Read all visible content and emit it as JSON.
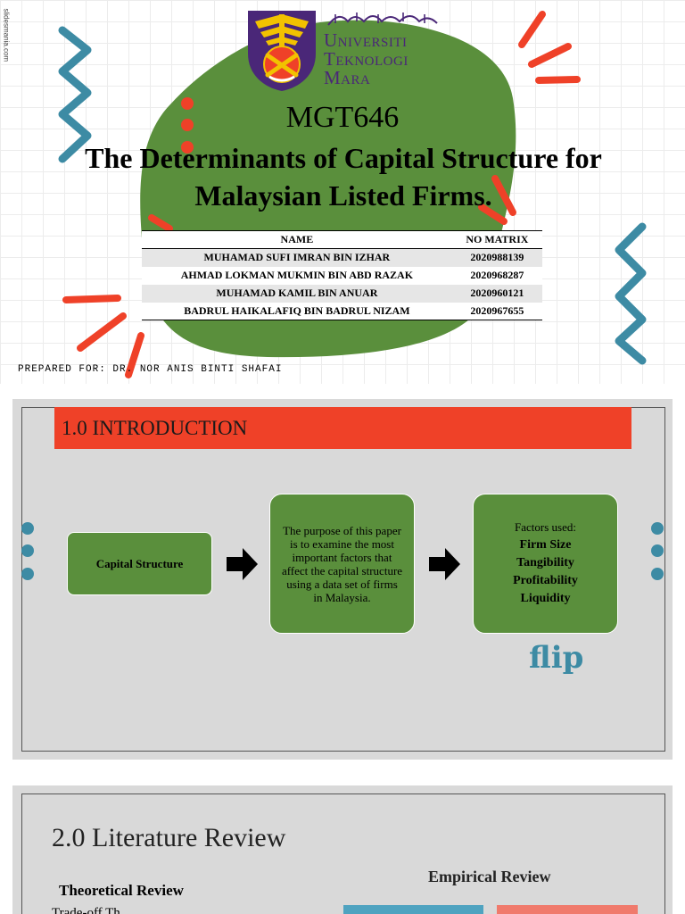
{
  "watermark": "slidesmania.com",
  "university": {
    "arabic_motto": "ﺑﺎﻟﺘﻘﻮﻯ ﻭﺍﻟﻌﻠﻢ",
    "name_lines": [
      "Universiti",
      "Teknologi",
      "Mara"
    ]
  },
  "course_code": "MGT646",
  "title": "The Determinants of Capital Structure for Malaysian Listed Firms.",
  "members_table": {
    "headers": [
      "NAME",
      "NO MATRIX"
    ],
    "rows": [
      [
        "MUHAMAD SUFI IMRAN BIN IZHAR",
        "2020988139"
      ],
      [
        "AHMAD LOKMAN MUKMIN BIN ABD RAZAK",
        "2020968287"
      ],
      [
        "MUHAMAD KAMIL BIN ANUAR",
        "2020960121"
      ],
      [
        "BADRUL HAIKALAFIQ BIN BADRUL NIZAM",
        "2020967655"
      ]
    ]
  },
  "prepared_for": "PREPARED FOR: DR. NOR ANIS BINTI SHAFAI",
  "intro": {
    "heading": "1.0 INTRODUCTION",
    "box1": "Capital Structure",
    "box2": "The purpose of this paper is to examine the most important factors that affect the capital structure using a data set of firms in Malaysia.",
    "box3_label": "Factors used:",
    "factors": [
      "Firm Size",
      "Tangibility",
      "Profitability",
      "Liquidity"
    ],
    "flip_label": "flip"
  },
  "literature": {
    "heading": "2.0 Literature Review",
    "theoretical": "Theoretical Review",
    "empirical": "Empirical Review",
    "first_item": "Trade-off Th..."
  },
  "colors": {
    "green": "#5a8f3c",
    "red": "#ef4128",
    "teal": "#3d8ba4",
    "purple": "#4a2778",
    "slide_bg": "#d9d9d9"
  }
}
